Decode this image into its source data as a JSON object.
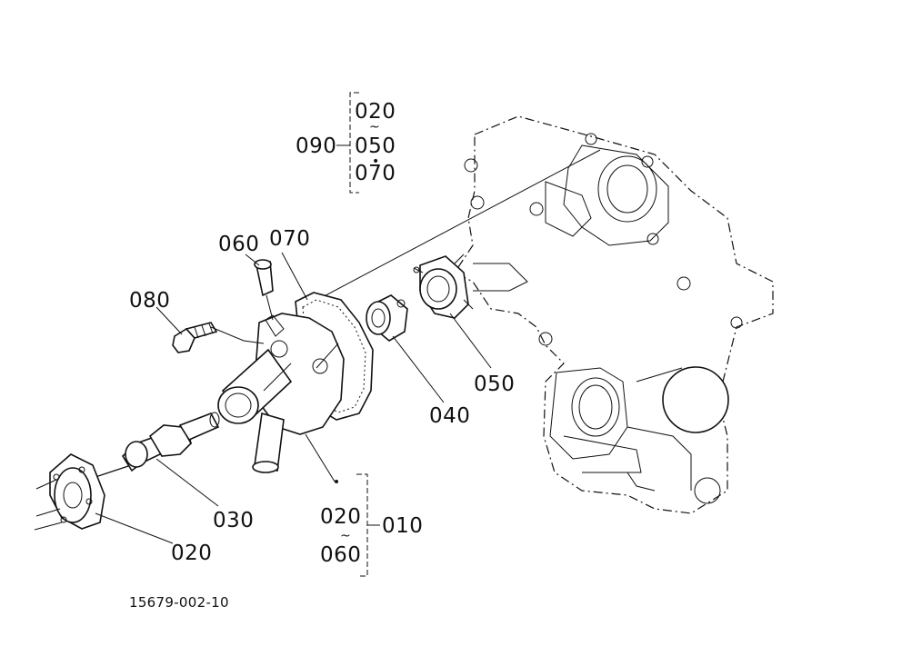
{
  "diagram": {
    "document_number": "15679-002-10",
    "callouts": {
      "p010": "010",
      "p020_flange": "020",
      "p020_range_start": "020",
      "p030": "030",
      "p040": "040",
      "p050": "050",
      "p060": "060",
      "p060_range_end": "060",
      "p070": "070",
      "p080": "080"
    },
    "kit_090": {
      "label": "090",
      "items": [
        "020",
        "050",
        "070"
      ],
      "range_mark": "~",
      "dot_mark": "•"
    },
    "kit_010": {
      "range_mark": "~"
    },
    "colors": {
      "ink": "#111111",
      "paper": "#ffffff"
    }
  }
}
